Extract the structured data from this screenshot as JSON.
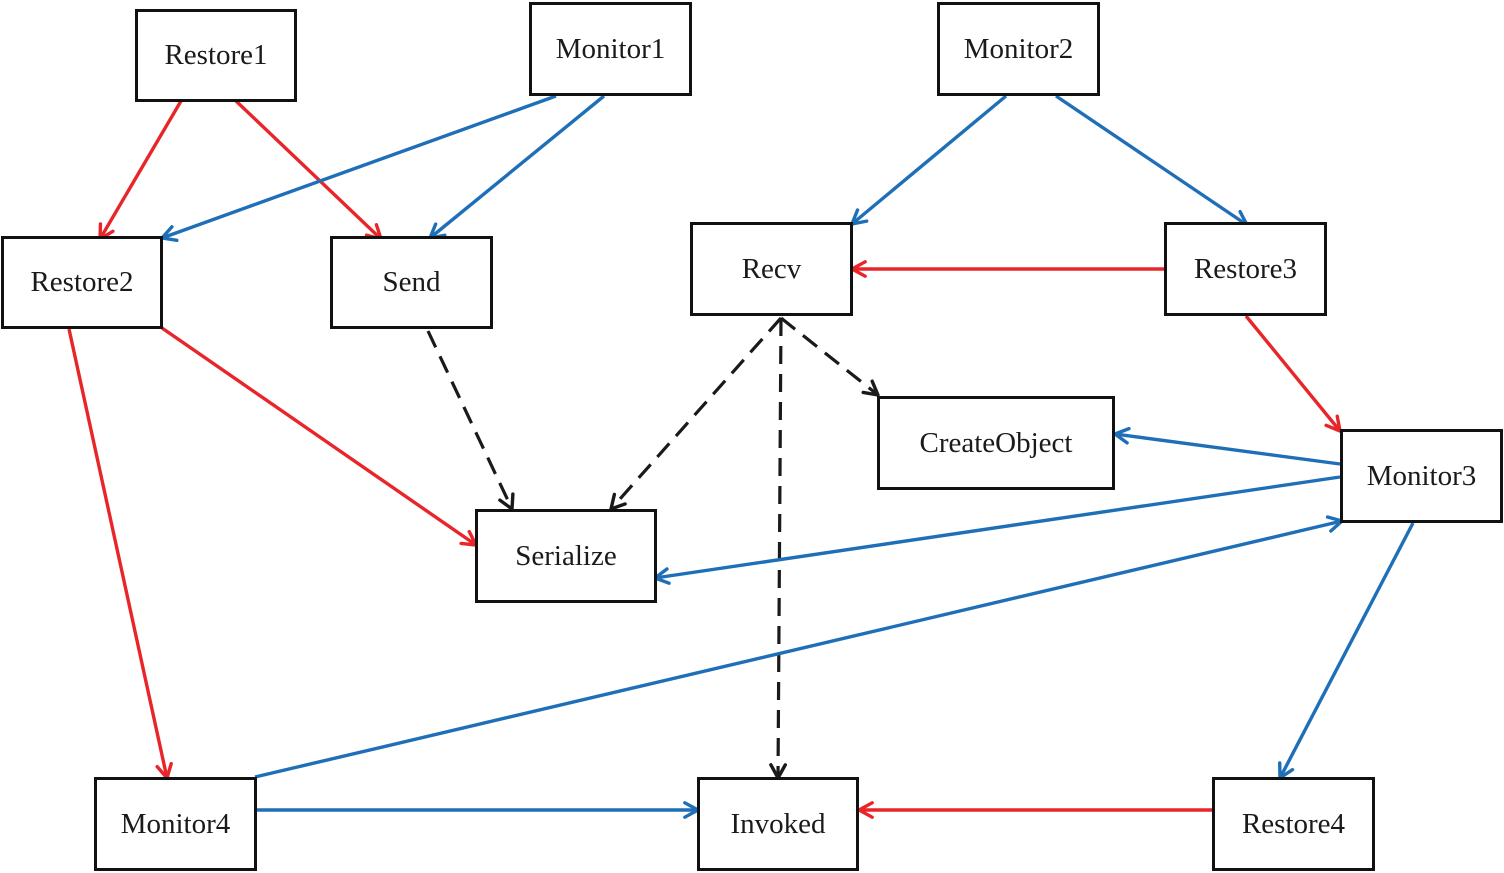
{
  "colors": {
    "restore_edge": "#e8262a",
    "monitor_edge": "#1f6fb8",
    "call_edge": "#1a1a1a",
    "node_border": "#111111"
  },
  "nodes": [
    {
      "id": "restore1",
      "label": "Restore1"
    },
    {
      "id": "monitor1",
      "label": "Monitor1"
    },
    {
      "id": "monitor2",
      "label": "Monitor2"
    },
    {
      "id": "restore2",
      "label": "Restore2"
    },
    {
      "id": "send",
      "label": "Send"
    },
    {
      "id": "recv",
      "label": "Recv"
    },
    {
      "id": "restore3",
      "label": "Restore3"
    },
    {
      "id": "createobject",
      "label": "CreateObject"
    },
    {
      "id": "monitor3",
      "label": "Monitor3"
    },
    {
      "id": "serialize",
      "label": "Serialize"
    },
    {
      "id": "monitor4",
      "label": "Monitor4"
    },
    {
      "id": "invoked",
      "label": "Invoked"
    },
    {
      "id": "restore4",
      "label": "Restore4"
    }
  ],
  "edges": [
    {
      "from": "restore1",
      "to": "restore2",
      "kind": "restore"
    },
    {
      "from": "restore1",
      "to": "send",
      "kind": "restore"
    },
    {
      "from": "monitor1",
      "to": "restore2",
      "kind": "monitor"
    },
    {
      "from": "monitor1",
      "to": "send",
      "kind": "monitor"
    },
    {
      "from": "monitor2",
      "to": "recv",
      "kind": "monitor"
    },
    {
      "from": "monitor2",
      "to": "restore3",
      "kind": "monitor"
    },
    {
      "from": "restore3",
      "to": "recv",
      "kind": "restore"
    },
    {
      "from": "restore3",
      "to": "monitor3",
      "kind": "restore"
    },
    {
      "from": "restore2",
      "to": "serialize",
      "kind": "restore"
    },
    {
      "from": "restore2",
      "to": "monitor4",
      "kind": "restore"
    },
    {
      "from": "send",
      "to": "serialize",
      "kind": "call"
    },
    {
      "from": "recv",
      "to": "serialize",
      "kind": "call"
    },
    {
      "from": "recv",
      "to": "createobject",
      "kind": "call"
    },
    {
      "from": "recv",
      "to": "invoked",
      "kind": "call"
    },
    {
      "from": "monitor3",
      "to": "createobject",
      "kind": "monitor"
    },
    {
      "from": "monitor3",
      "to": "serialize",
      "kind": "monitor"
    },
    {
      "from": "monitor3",
      "to": "restore4",
      "kind": "monitor"
    },
    {
      "from": "monitor4",
      "to": "monitor3",
      "kind": "monitor"
    },
    {
      "from": "monitor4",
      "to": "invoked",
      "kind": "monitor"
    },
    {
      "from": "restore4",
      "to": "invoked",
      "kind": "restore"
    }
  ]
}
